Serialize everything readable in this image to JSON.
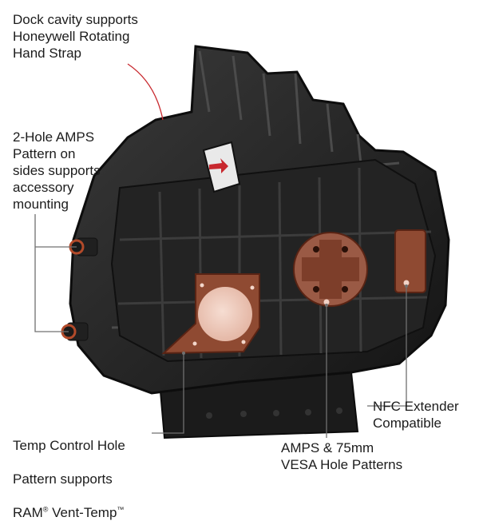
{
  "labels": {
    "dock_cavity": "Dock cavity supports\nHoneywell Rotating\nHand Strap",
    "two_hole_amps": "2-Hole AMPS\nPattern on\nsides supports\naccessory\nmounting",
    "temp_control_line1": "Temp Control Hole",
    "temp_control_line2": "Pattern supports",
    "temp_control_ram": "RAM",
    "temp_control_reg": "®",
    "temp_control_vent": " Vent-Temp",
    "temp_control_tm": "™",
    "nfc_extender": "NFC Extender\nCompatible",
    "amps_vesa": "AMPS & 75mm\nVESA Hole Patterns"
  },
  "colors": {
    "body": "#2a2a2a",
    "body_dark": "#161616",
    "accent": "#8a3a22",
    "accent_fill": "#9a5a45",
    "leader": "#707070",
    "text": "#1c1c1c"
  }
}
